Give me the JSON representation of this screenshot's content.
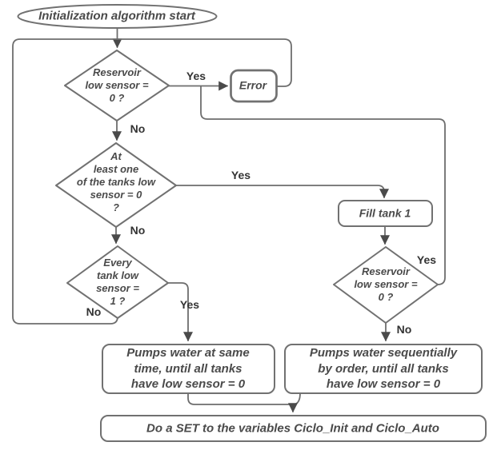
{
  "flowchart": {
    "start": {
      "label": "Initialization algorithm start"
    },
    "decision_reservoir_1": {
      "lines": [
        "Reservoir",
        "low sensor =",
        "0 ?"
      ]
    },
    "error": {
      "label": "Error"
    },
    "decision_at_least_one": {
      "lines": [
        "At",
        "least one",
        "of the tanks low",
        "sensor = 0",
        "?"
      ]
    },
    "process_fill_tank": {
      "label": "Fill tank 1"
    },
    "decision_every_tank": {
      "lines": [
        "Every",
        "tank low",
        "sensor =",
        "1 ?"
      ]
    },
    "decision_reservoir_2": {
      "lines": [
        "Reservoir",
        "low sensor =",
        "0 ?"
      ]
    },
    "process_pump_same": {
      "lines": [
        "Pumps water at same",
        "time, until all tanks",
        "have low sensor = 0"
      ]
    },
    "process_pump_seq": {
      "lines": [
        "Pumps water sequentially",
        "by order, until all tanks",
        "have low sensor = 0"
      ]
    },
    "process_set": {
      "label": "Do a SET to the variables Ciclo_Init and Ciclo_Auto"
    },
    "edge_labels": {
      "reservoir1_yes": "Yes",
      "reservoir1_no": "No",
      "at_least_one_yes": "Yes",
      "at_least_one_no": "No",
      "every_tank_yes": "Yes",
      "every_tank_no": "No",
      "reservoir2_yes": "Yes",
      "reservoir2_no": "No"
    },
    "colors": {
      "shape_stroke": "#717171",
      "edge_stroke": "#6d6d6d",
      "arrowhead": "#4a4a4a",
      "node_text": "#4a4a4a",
      "edge_label_text": "#333333",
      "background": "#ffffff"
    }
  }
}
